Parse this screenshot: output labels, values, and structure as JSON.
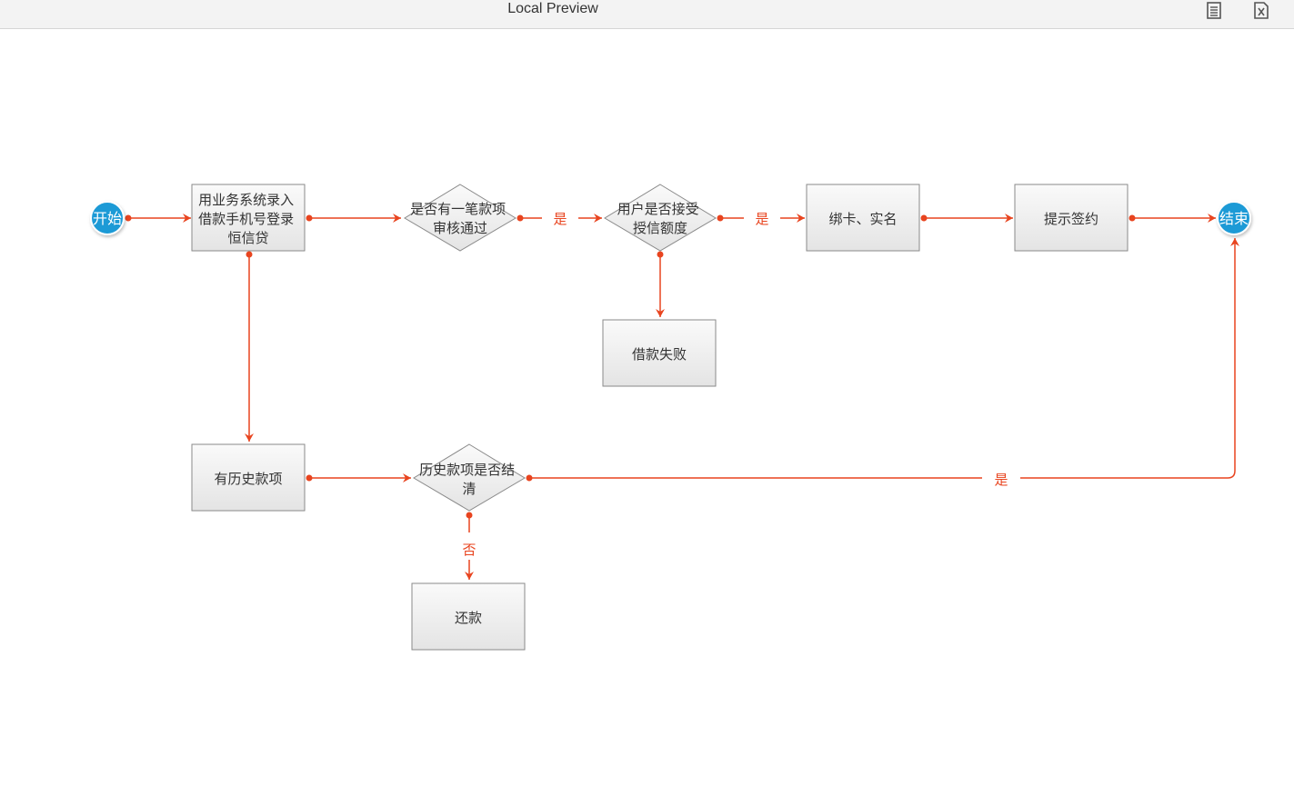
{
  "window": {
    "title": "Local Preview",
    "icons": [
      "document-list-icon",
      "close-export-icon"
    ]
  },
  "diagram": {
    "colors": {
      "line": "#e8441f",
      "terminator_fill": "#1a9ad6",
      "box_stroke": "#8a8a8a",
      "box_fill_top": "#fafafa",
      "box_fill_bottom": "#e4e4e4",
      "text": "#333333",
      "edge_label": "#e8441f"
    },
    "nodes": {
      "start": "开始",
      "end": "结束",
      "entry": [
        "用业务系统录入",
        "借款手机号登录",
        "恒信贷"
      ],
      "check_audit": [
        "是否有一笔款项",
        "审核通过"
      ],
      "check_credit": [
        "用户是否接受",
        "授信额度"
      ],
      "bind_card": "绑卡、实名",
      "sign": "提示签约",
      "loan_fail": "借款失败",
      "history": "有历史款项",
      "check_settled": [
        "历史款项是否结",
        "清"
      ],
      "repay": "还款"
    },
    "edge_labels": {
      "audit_yes": "是",
      "credit_yes": "是",
      "settled_yes": "是",
      "settled_no": "否"
    }
  }
}
